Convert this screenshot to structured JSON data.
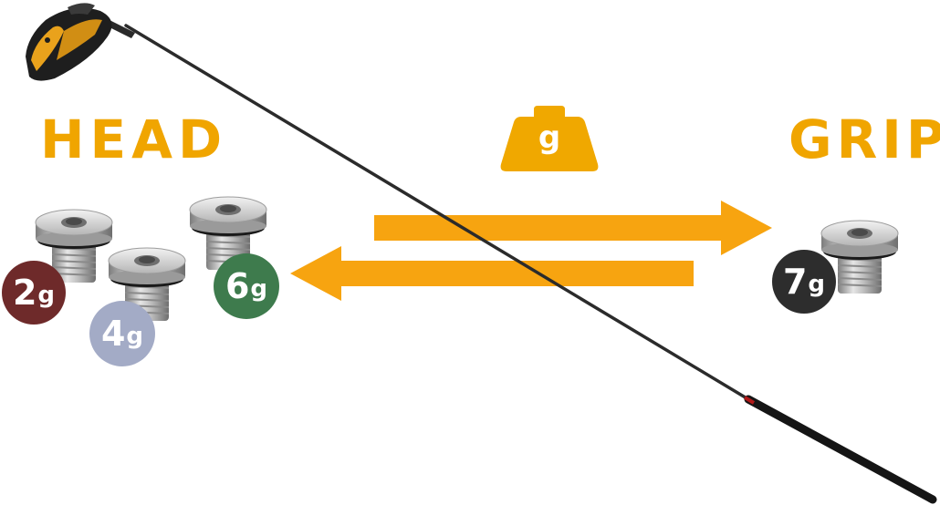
{
  "head_label": "HEAD",
  "grip_label": "GRIP",
  "weight_icon_letter": "g",
  "weights": [
    {
      "num": "2",
      "unit": "g",
      "color": "#6e2a2a"
    },
    {
      "num": "4",
      "unit": "g",
      "color": "#a3abc6"
    },
    {
      "num": "6",
      "unit": "g",
      "color": "#3e7b4d"
    },
    {
      "num": "7",
      "unit": "g",
      "color": "#2d2d2d"
    }
  ],
  "colors": {
    "accent": "#f0a500",
    "arrow": "#f7a410",
    "weight_icon": "#f0a800"
  },
  "icons": [
    "golf-club-icon",
    "weight-icon",
    "arrow-right-icon",
    "arrow-left-icon",
    "screw-weight-icon"
  ]
}
